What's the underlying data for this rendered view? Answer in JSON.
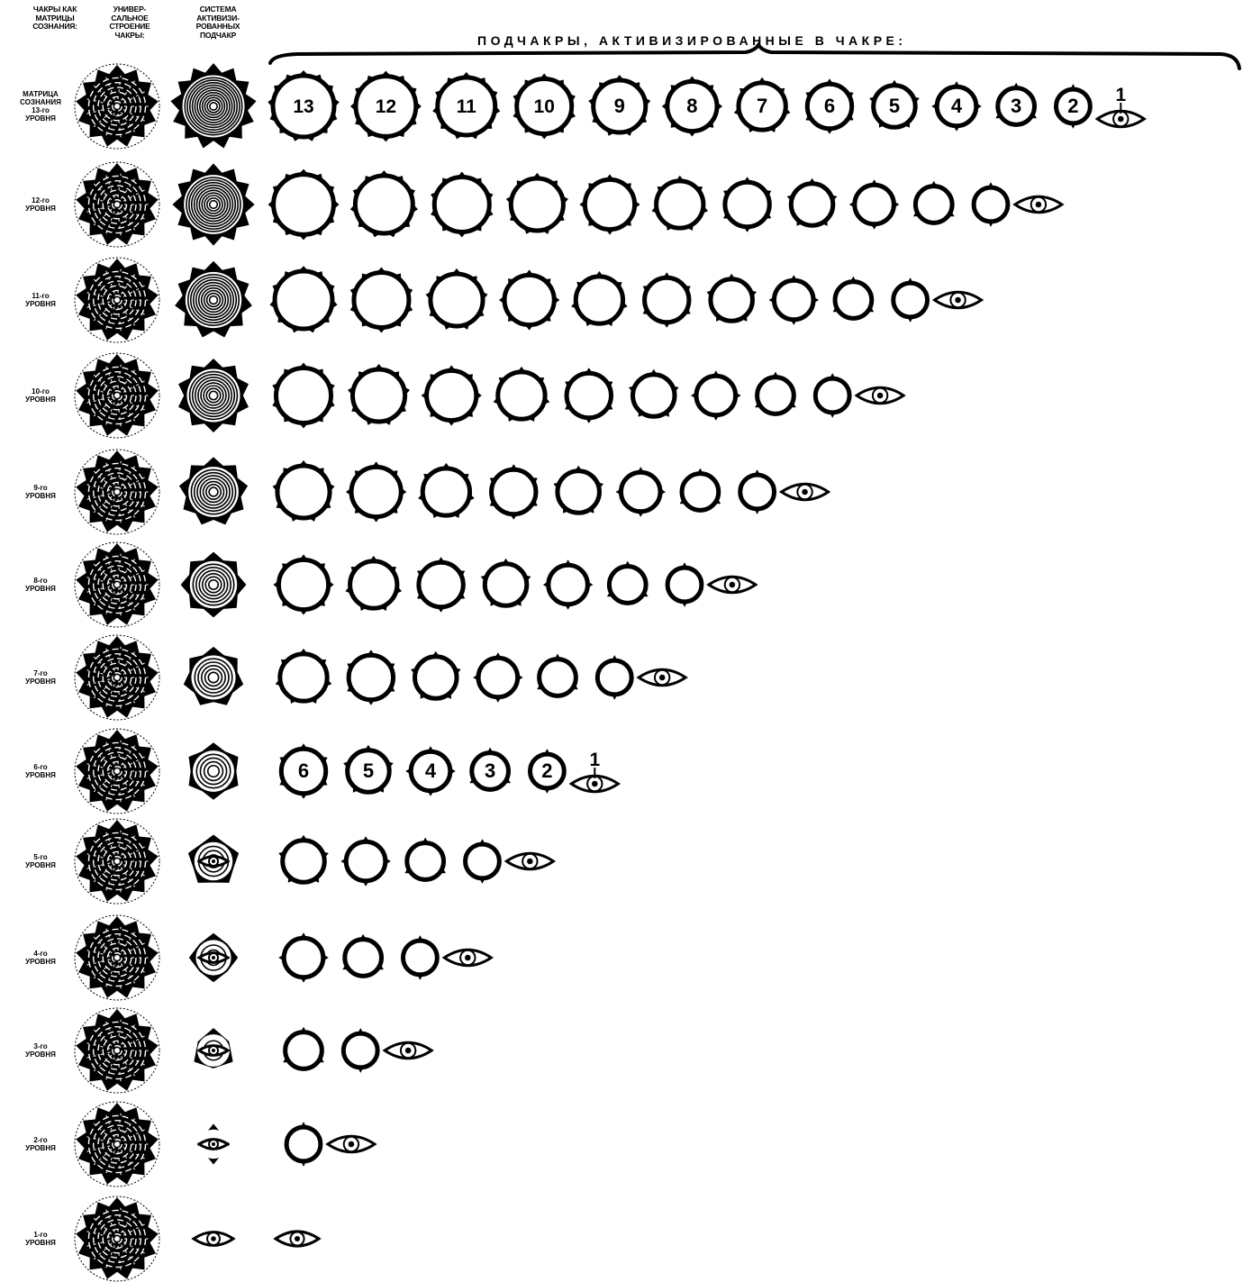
{
  "headers": {
    "col1": "ЧАКРЫ КАК\nМАТРИЦЫ\nСОЗНАНИЯ:",
    "col2": "УНИВЕР-\nСАЛЬНОЕ\nСТРОЕНИЕ\nЧАКРЫ:",
    "col3": "СИСТЕМА\nАКТИВИЗИ-\nРОВАННЫХ\nПОДЧАКР",
    "title": "ПОДЧАКРЫ,  АКТИВИЗИРОВАННЫЕ  В  ЧАКРЕ:"
  },
  "rows": [
    {
      "level": 13,
      "label": "МАТРИЦА\nСОЗНАНИЯ\n13-го\nУРОВНЯ",
      "numbered": true
    },
    {
      "level": 12,
      "label": "12-го\nУРОВНЯ",
      "numbered": false
    },
    {
      "level": 11,
      "label": "11-го\nУРОВНЯ",
      "numbered": false
    },
    {
      "level": 10,
      "label": "10-го\nУРОВНЯ",
      "numbered": false
    },
    {
      "level": 9,
      "label": "9-го\nУРОВНЯ",
      "numbered": false
    },
    {
      "level": 8,
      "label": "8-го\nУРОВНЯ",
      "numbered": false
    },
    {
      "level": 7,
      "label": "7-го\nУРОВНЯ",
      "numbered": false
    },
    {
      "level": 6,
      "label": "6-го\nУРОВНЯ",
      "numbered": true
    },
    {
      "level": 5,
      "label": "5-го\nУРОВНЯ",
      "numbered": false
    },
    {
      "level": 4,
      "label": "4-го\nУРОВНЯ",
      "numbered": false
    },
    {
      "level": 3,
      "label": "3-го\nУРОВНЯ",
      "numbered": false
    },
    {
      "level": 2,
      "label": "2-го\nУРОВНЯ",
      "numbered": false
    },
    {
      "level": 1,
      "label": "1-го\nУРОВНЯ",
      "numbered": false
    }
  ],
  "subchakra_numbers": [
    "13",
    "12",
    "11",
    "10",
    "9",
    "8",
    "7",
    "6",
    "5",
    "4",
    "3",
    "2",
    "1"
  ]
}
